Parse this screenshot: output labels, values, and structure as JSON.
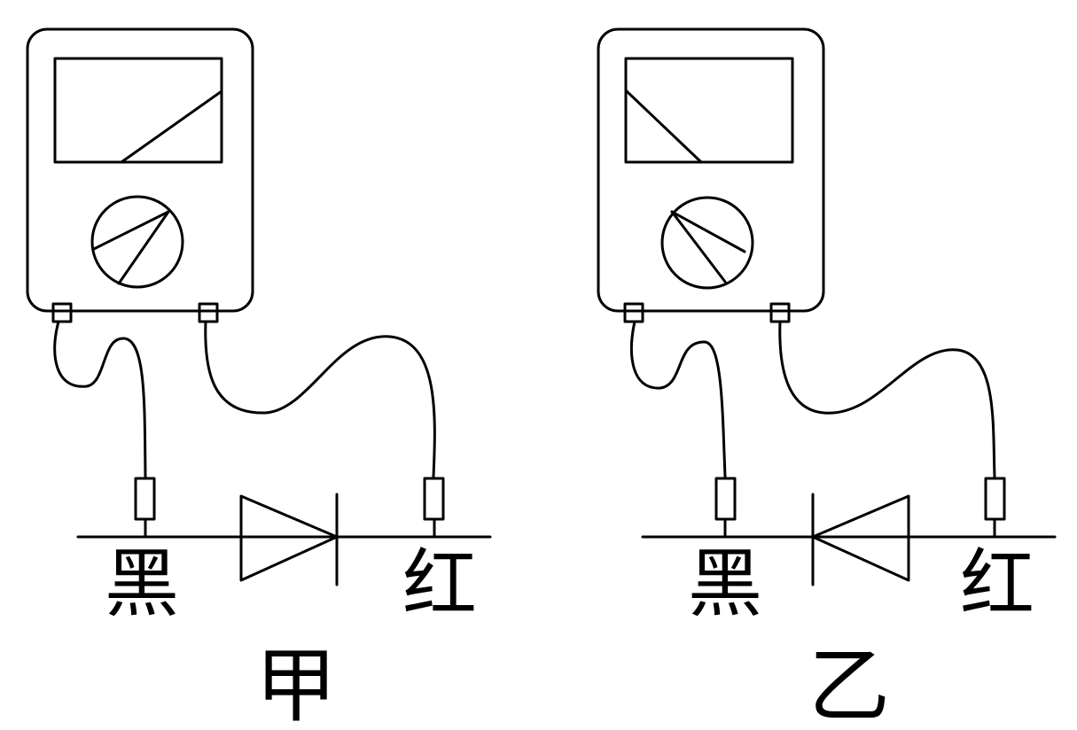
{
  "diagrams": [
    {
      "id": "jia",
      "caption": "甲",
      "black_label": "黑",
      "red_label": "红",
      "diode_direction": "right"
    },
    {
      "id": "yi",
      "caption": "乙",
      "black_label": "黑",
      "red_label": "红",
      "diode_direction": "left"
    }
  ]
}
